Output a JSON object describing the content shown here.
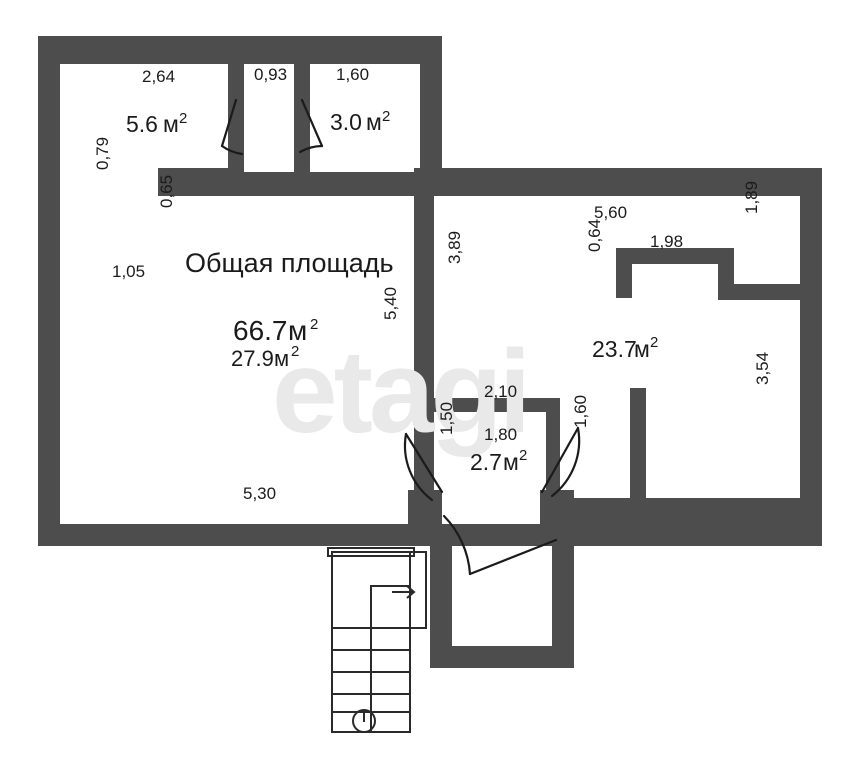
{
  "document": {
    "type": "floor-plan",
    "title": "Общая площадь",
    "watermark": "etagi",
    "units": "м"
  },
  "areas": {
    "total_value": "66.7",
    "total_unit": "м",
    "total_sup": "2",
    "living_value": "27.9",
    "living_unit": "м",
    "living_sup": "2",
    "room_top_left_value": "5.6",
    "room_top_left_unit": "м",
    "room_top_left_sup": "2",
    "room_top_right_value": "3.0",
    "room_top_right_unit": "м",
    "room_top_right_sup": "2",
    "room_right_value": "23.7",
    "room_right_unit": "м",
    "room_right_sup": "2",
    "room_small_value": "2.7",
    "room_small_unit": "м",
    "room_small_sup": "2"
  },
  "dimensions": {
    "top_room_width": "2,64",
    "top_corridor_width": "0,93",
    "top_right_room_width": "1,60",
    "left_notch_height": "0,79",
    "left_notch_inner": "0,65",
    "left_bottom_offset": "1,05",
    "main_room_bottom": "5,30",
    "main_room_right": "5,40",
    "right_room_left": "3,89",
    "right_room_top": "5,60",
    "right_niche_width": "1,98",
    "right_niche_depth": "0,64",
    "right_room_upper_right": "1,89",
    "right_room_lower_right": "3,54",
    "small_room_top": "2,10",
    "small_room_inner": "1,80",
    "small_room_left": "1,50",
    "small_room_right": "1,60"
  },
  "colors": {
    "wall": "#4d4d4d",
    "floor": "#ffffff",
    "text": "#1b1b1b",
    "watermark": "#e9e9e9",
    "line": "#2a2a2a"
  },
  "stairs": {
    "direction_marker": "arrow-right",
    "pivot_marker": "circle",
    "step_count": 6
  }
}
